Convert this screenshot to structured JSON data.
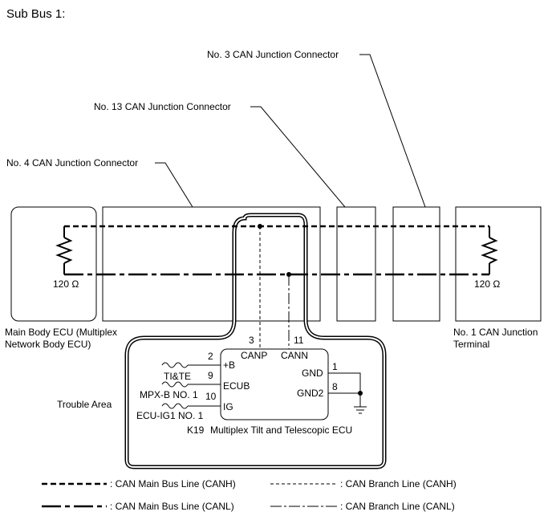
{
  "title": "Sub Bus 1:",
  "callouts": {
    "jc3": "No. 3 CAN Junction Connector",
    "jc13": "No. 13 CAN Junction Connector",
    "jc4": "No. 4 CAN Junction Connector"
  },
  "main_body_ecu": {
    "label_line1": "Main Body ECU (Multiplex",
    "label_line2": "Network Body ECU)",
    "resistor": "120 Ω"
  },
  "terminal": {
    "label_line1": "No. 1 CAN Junction",
    "label_line2": "Terminal",
    "resistor": "120 Ω"
  },
  "ecu": {
    "code": "K19",
    "name": "Multiplex Tilt and Telescopic ECU",
    "pins": {
      "canp": "CANP",
      "cann": "CANN",
      "canp_no": "3",
      "cann_no": "11",
      "b": "+B",
      "b_no": "2",
      "ecub": "ECUB",
      "ecub_no": "9",
      "ig": "IG",
      "ig_no": "10",
      "gnd": "GND",
      "gnd_no": "1",
      "gnd2": "GND2",
      "gnd2_no": "8"
    },
    "fuses": {
      "tite": "TI&TE",
      "mpxb": "MPX-B NO. 1",
      "ecuig1": "ECU-IG1 NO. 1"
    }
  },
  "trouble_area": "Trouble Area",
  "legend": {
    "canh_main": ": CAN Main Bus Line (CANH)",
    "canl_main": ": CAN Main Bus Line (CANL)",
    "canh_branch": ": CAN Branch Line (CANH)",
    "canl_branch": ": CAN Branch Line (CANL)"
  }
}
